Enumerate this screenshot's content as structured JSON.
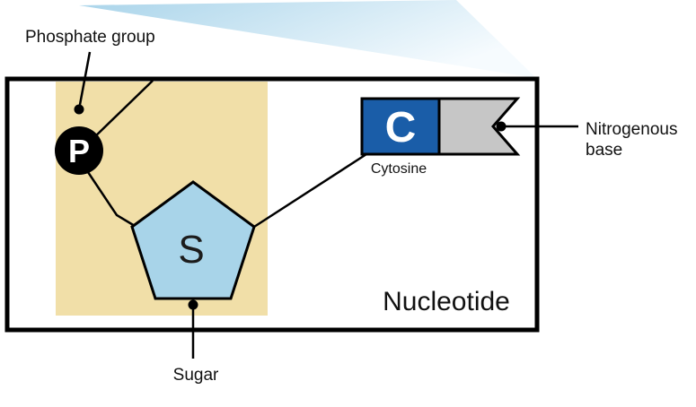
{
  "figure": {
    "title": "Nucleotide",
    "labels": {
      "phosphate_group": "Phosphate group",
      "sugar": "Sugar",
      "nitrogenous_base_line1": "Nitrogenous",
      "nitrogenous_base_line2": "base",
      "cytosine": "Cytosine"
    },
    "symbols": {
      "phosphate": "P",
      "sugar": "S",
      "cytosine": "C"
    },
    "colors": {
      "highlight": "#f1dfa8",
      "sugar_fill": "#a8d4e9",
      "base_fill": "#1a5da8",
      "flag_fill": "#c6c6c6",
      "phosphate_fill": "#000000",
      "wedge_dark": "#a9d4ea",
      "wedge_light": "#f6fbfe"
    }
  }
}
